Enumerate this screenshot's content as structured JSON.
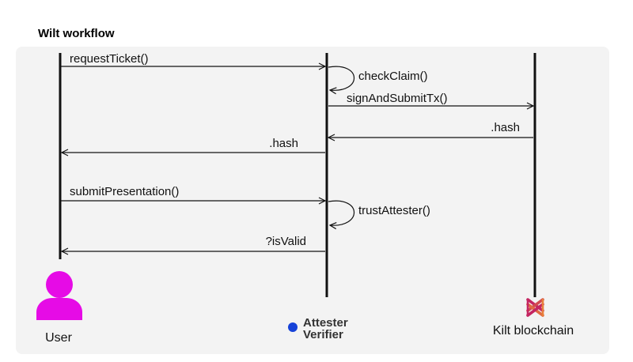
{
  "title": "Wilt workflow",
  "actors": {
    "user": {
      "label": "User",
      "icon": "user-icon",
      "color": "#e60be6"
    },
    "attester": {
      "label_line1": "Attester",
      "label_line2": "Verifier",
      "icon": "attester-dot-icon",
      "color": "#1642d8"
    },
    "kilt": {
      "label": "Kilt blockchain",
      "icon": "kilt-logo-icon",
      "colors": [
        "#c42561",
        "#e8803a"
      ]
    }
  },
  "messages": [
    {
      "label": "requestTicket()",
      "from": "user",
      "to": "attester"
    },
    {
      "label": "checkClaim()",
      "from": "attester",
      "to": "attester"
    },
    {
      "label": "signAndSubmitTx()",
      "from": "attester",
      "to": "kilt"
    },
    {
      "label": ".hash",
      "from": "kilt",
      "to": "attester"
    },
    {
      "label": ".hash",
      "from": "attester",
      "to": "user"
    },
    {
      "label": "submitPresentation()",
      "from": "user",
      "to": "attester"
    },
    {
      "label": "trustAttester()",
      "from": "attester",
      "to": "attester"
    },
    {
      "label": "?isValid",
      "from": "attester",
      "to": "user"
    }
  ]
}
